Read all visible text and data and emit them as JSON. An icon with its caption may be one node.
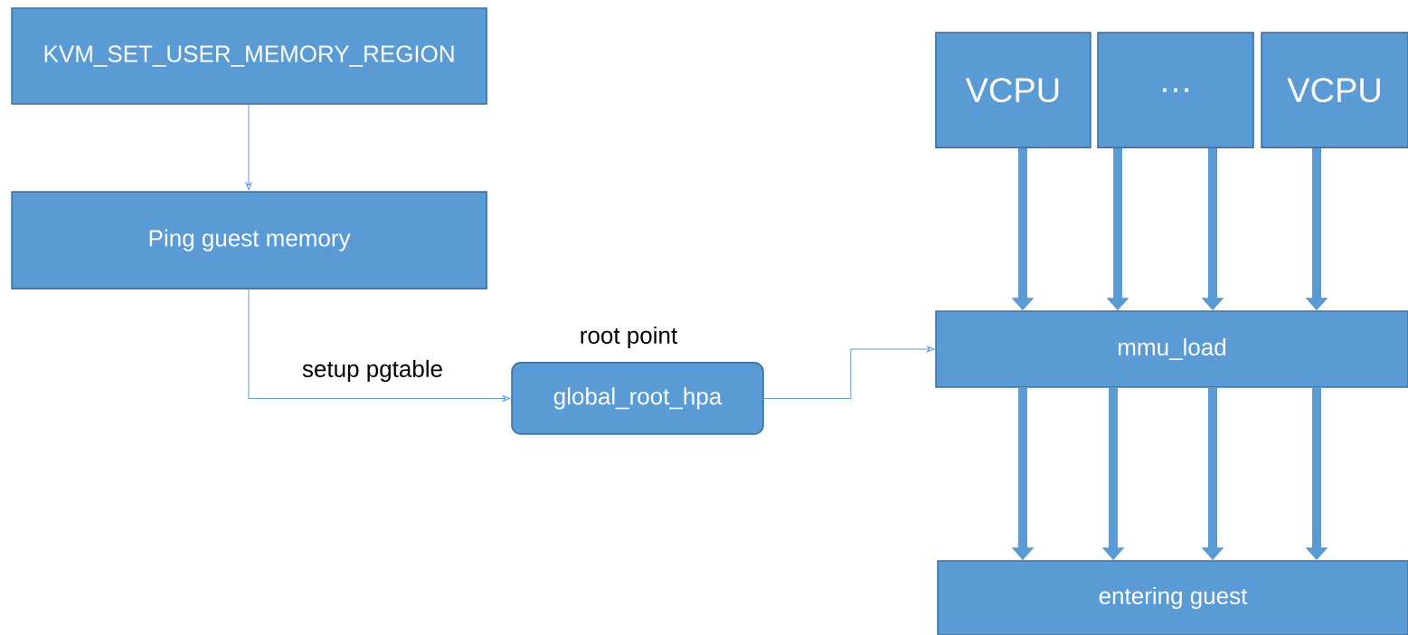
{
  "diagram": {
    "nodes": [
      {
        "text": [
          "KVM_SET_USER_MEMORY_REGION"
        ]
      },
      {
        "text": [
          "Ping guest memory"
        ]
      },
      {
        "text": [
          "global_root_hpa"
        ],
        "beside": [
          "root point"
        ]
      },
      {
        "text": [
          "VCPU"
        ]
      },
      {
        "text": [
          "…"
        ]
      },
      {
        "text": [
          "VCPU"
        ]
      },
      {
        "text": [
          "mmu_load"
        ]
      },
      {
        "text": [
          "entering guest"
        ]
      }
    ],
    "edges": [
      {
        "from": 0,
        "to": 1,
        "arrow": "to"
      },
      {
        "from": 1,
        "to": 2,
        "arrow": "to",
        "label": "setup pgtable"
      },
      {
        "from": 2,
        "to": 6,
        "arrow": "to"
      },
      {
        "from": 3,
        "to": 6,
        "arrow": "to"
      },
      {
        "from": 4,
        "to": 6,
        "arrow": "to"
      },
      {
        "from": 4,
        "to": 6,
        "arrow": "to"
      },
      {
        "from": 5,
        "to": 6,
        "arrow": "to"
      },
      {
        "from": 6,
        "to": 7,
        "arrow": "to"
      },
      {
        "from": 6,
        "to": 7,
        "arrow": "to"
      },
      {
        "from": 6,
        "to": 7,
        "arrow": "to"
      },
      {
        "from": 6,
        "to": 7,
        "arrow": "to"
      }
    ]
  }
}
